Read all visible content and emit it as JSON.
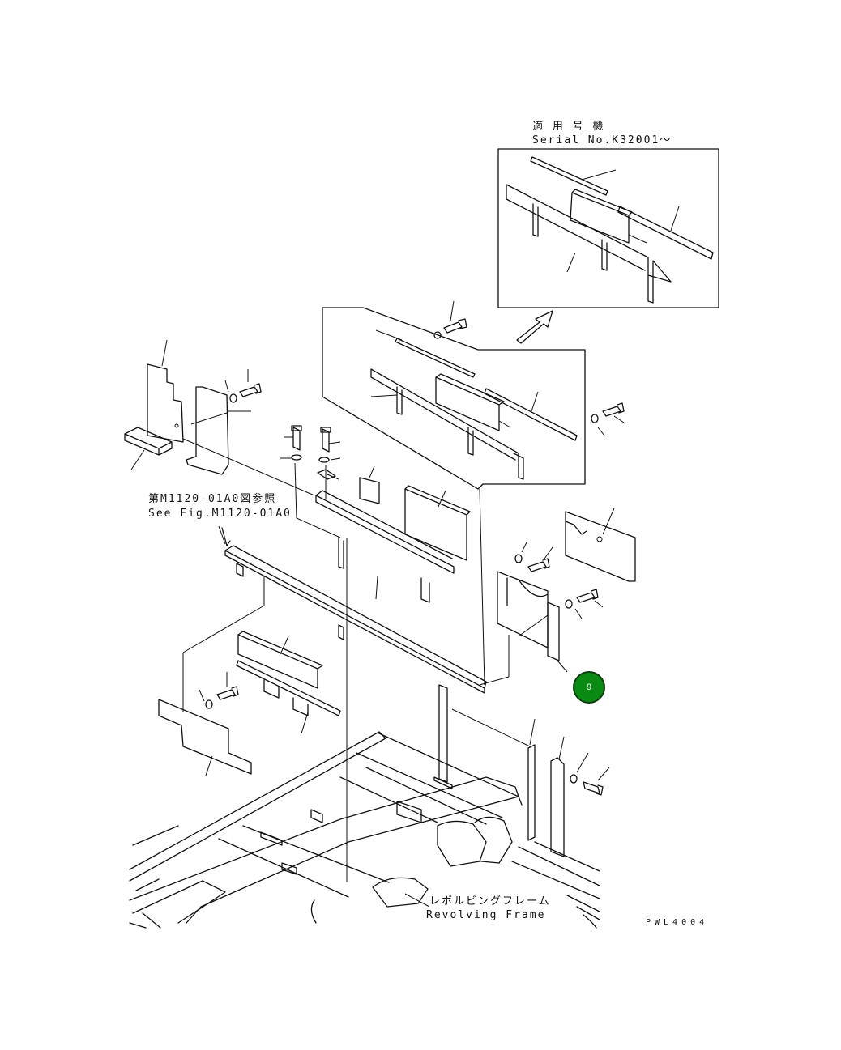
{
  "applicability": {
    "jp_label": "適 用 号 機",
    "serial_label": "Serial No.K32001～"
  },
  "reference": {
    "jp_label": "第M1120-01A0図参照",
    "en_label": "See Fig.M1120-01A0"
  },
  "frame": {
    "jp_label": "レボルビングフレーム",
    "en_label": "Revolving Frame"
  },
  "drawing_code": "PWL4004",
  "marker": {
    "label": "9",
    "color": "#0a8a12",
    "icon": "callout-marker-icon"
  }
}
